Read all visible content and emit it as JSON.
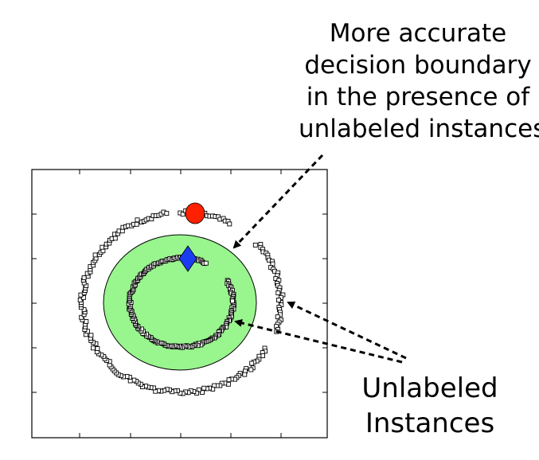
{
  "annotations": {
    "boundary_label_lines": [
      "More accurate",
      "decision boundary",
      "in the presence of",
      "unlabeled instances"
    ],
    "unlabeled_label_lines": [
      "Unlabeled",
      "Instances"
    ]
  },
  "colors": {
    "boundary_fill": "#99f58e",
    "positive_point": "#ff2000",
    "negative_point": "#1a3cf0",
    "unlabeled_point": "#000000",
    "frame": "#000000"
  },
  "legend": {
    "labeled_positive_shape": "circle",
    "labeled_negative_shape": "diamond",
    "unlabeled_shape": "square"
  }
}
